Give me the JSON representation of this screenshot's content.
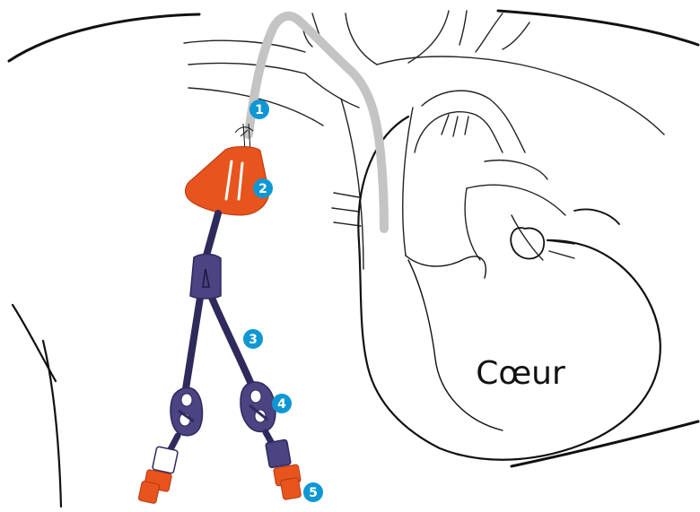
{
  "organ_label": "Cœur",
  "markers": [
    "1",
    "2",
    "3",
    "4",
    "5"
  ],
  "colors": {
    "outline": "#111111",
    "catheter_grey": "#c4c4c4",
    "cuff_orange": "#e8541d",
    "line_purple": "#2e2a5c",
    "hub_purple": "#4b4382",
    "marker_blue": "#0f97d3"
  }
}
